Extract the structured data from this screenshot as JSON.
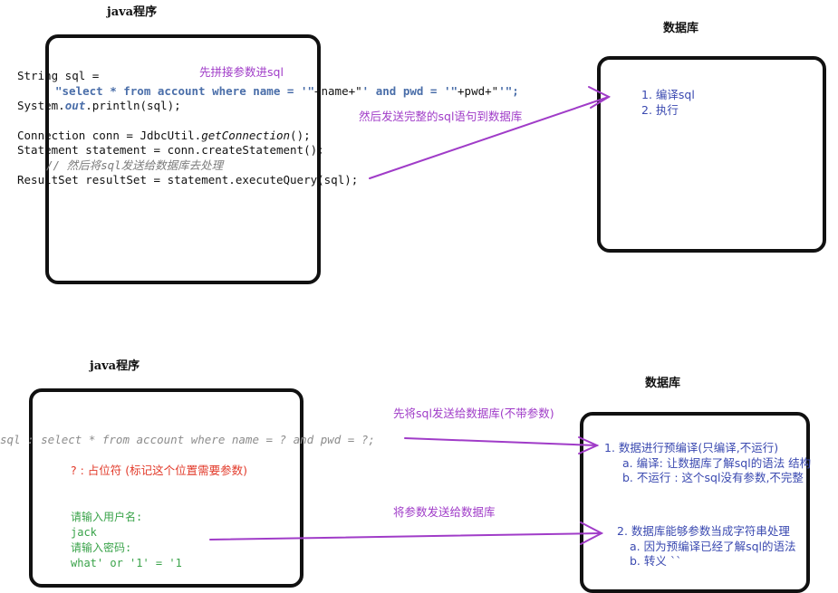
{
  "top": {
    "java_title": "java程序",
    "db_title": "数据库",
    "note_concat": "先拼接参数进sql",
    "note_send": "然后发送完整的sql语句到数据库",
    "code": {
      "l1": "String sql =",
      "l2_kw1": "\"select * from account where name = '\"",
      "l2_mid": "+name+\"",
      "l2_kw2": "' and pwd = '\"",
      "l2_end": "+pwd+\"",
      "l2_kw3": "'\";",
      "l3_a": "System.",
      "l3_b": "out",
      "l3_c": ".println(sql);",
      "l4_a": "Connection conn = JdbcUtil.",
      "l4_b": "getConnection",
      "l4_c": "();",
      "l5": "Statement statement = conn.createStatement();",
      "l6": "// 然后将sql发送给数据库去处理",
      "l7": "ResultSet resultSet = statement.executeQuery(sql);"
    },
    "db_items": [
      "1. 编译sql",
      "2. 执行"
    ]
  },
  "bottom": {
    "java_title": "java程序",
    "db_title": "数据库",
    "note_send_sql": "先将sql发送给数据库(不带参数)",
    "note_send_params": "将参数发送给数据库",
    "sql_line": "sql :  select * from account where name = ? and pwd = ?;",
    "placeholder_note": "? : 占位符 (标记这个位置需要参数)",
    "inputs": [
      "请输入用户名:",
      "jack",
      "请输入密码:",
      "what' or '1' = '1"
    ],
    "db_items": [
      "1. 数据进行预编译(只编译,不运行)",
      "a. 编译: 让数据库了解sql的语法 结构",
      "b. 不运行 : 这个sql没有参数,不完整",
      "2. 数据库能够参数当成字符串处理",
      "a. 因为预编译已经了解sql的语法",
      "b. 转义 ``"
    ]
  }
}
